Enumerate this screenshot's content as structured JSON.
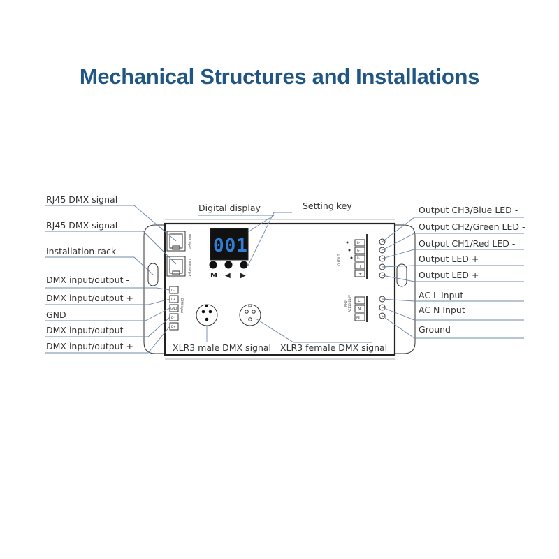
{
  "title": "Mechanical Structures and Installations",
  "display": {
    "digits": "001",
    "buttons": [
      "M",
      "◀",
      "▶"
    ]
  },
  "labels": {
    "rj45_top": "RJ45 DMX signal",
    "rj45_bottom": "RJ45 DMX signal",
    "installation_rack": "Installation rack",
    "dmx_minus_1": "DMX input/output -",
    "dmx_plus_1": "DMX input/output +",
    "gnd": "GND",
    "dmx_minus_2": "DMX input/output -",
    "dmx_plus_2": "DMX input/output +",
    "digital_display": "Digital display",
    "setting_key": "Setting key",
    "xlr3_male": "XLR3 male DMX signal",
    "xlr3_female": "XLR3 female DMX signal",
    "out_ch3": "Output CH3/Blue LED -",
    "out_ch2": "Output CH2/Green LED -",
    "out_ch1": "Output CH1/Red LED -",
    "out_led_1": "Output LED +",
    "out_led_2": "Output LED +",
    "ac_l": "AC L Input",
    "ac_n": "AC N Input",
    "ground": "Ground"
  },
  "device_text": {
    "terminal_left": [
      "D-",
      "D+",
      "GND",
      "D-",
      "D+"
    ],
    "terminal_left_caption": "DMX Input",
    "rj45_caption_top": "DMX Input",
    "rj45_caption_bottom": "DMX Output",
    "output_caption": "OUTPUT",
    "output_terminals": [
      "B-",
      "G-",
      "R-",
      "+",
      "+"
    ],
    "input_caption": "INPUT",
    "input_voltage": "AC110-240V",
    "input_terminals": [
      "L",
      "N",
      "PE"
    ]
  }
}
